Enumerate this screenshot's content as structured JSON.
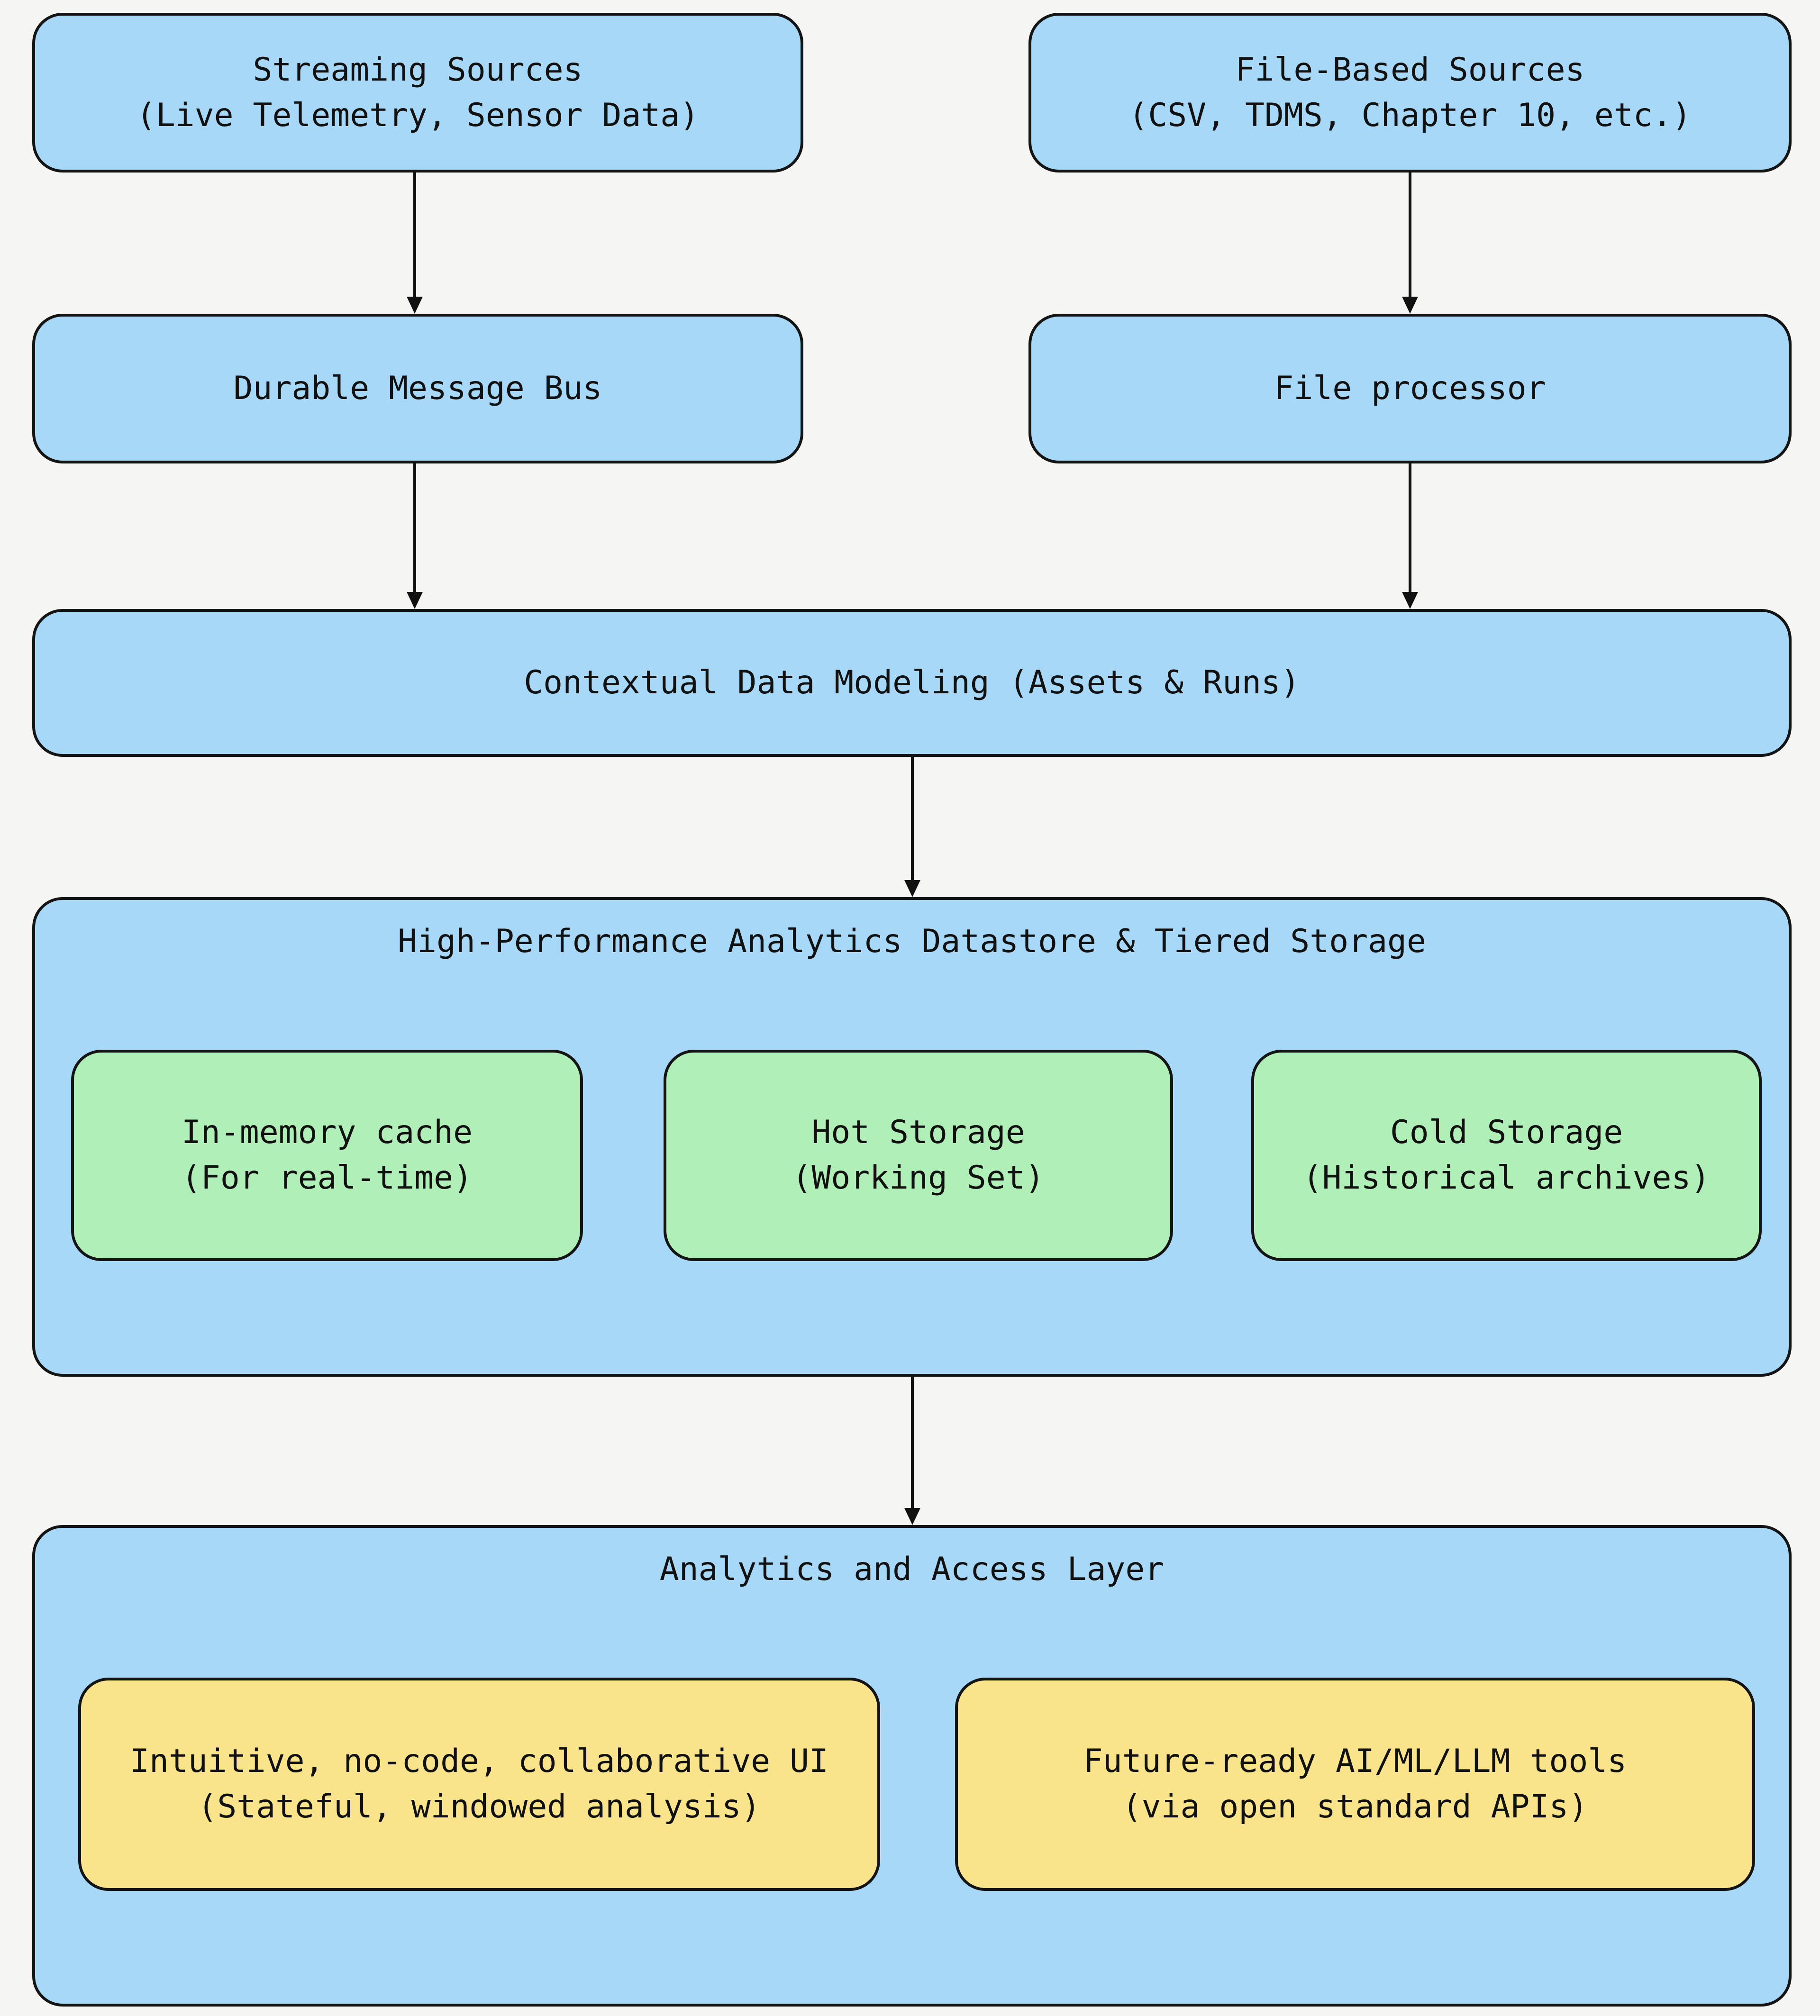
{
  "colors": {
    "bg": "#f5f6f4",
    "node_blue": "#a8d8f8",
    "node_green": "#b0efb7",
    "node_yellow": "#fae48b",
    "border": "#141414",
    "arrow": "#111111",
    "text": "#111111"
  },
  "nodes": {
    "streaming": {
      "title": "Streaming Sources",
      "subtitle": "(Live Telemetry, Sensor Data)"
    },
    "file_sources": {
      "title": "File-Based Sources",
      "subtitle": "(CSV, TDMS, Chapter 10, etc.)"
    },
    "message_bus": {
      "label": "Durable Message Bus"
    },
    "file_processor": {
      "label": "File processor"
    },
    "contextual": {
      "label": "Contextual Data Modeling (Assets & Runs)"
    },
    "datastore": {
      "title": "High-Performance Analytics Datastore & Tiered Storage"
    },
    "in_memory": {
      "title": "In-memory cache",
      "subtitle": "(For real-time)"
    },
    "hot_storage": {
      "title": "Hot Storage",
      "subtitle": "(Working Set)"
    },
    "cold_storage": {
      "title": "Cold Storage",
      "subtitle": "(Historical archives)"
    },
    "analytics": {
      "title": "Analytics and Access Layer"
    },
    "ui_tools": {
      "title": "Intuitive, no-code, collaborative UI",
      "subtitle": "(Stateful, windowed analysis)"
    },
    "ai_tools": {
      "title": "Future-ready AI/ML/LLM tools",
      "subtitle": "(via open standard APIs)"
    }
  }
}
